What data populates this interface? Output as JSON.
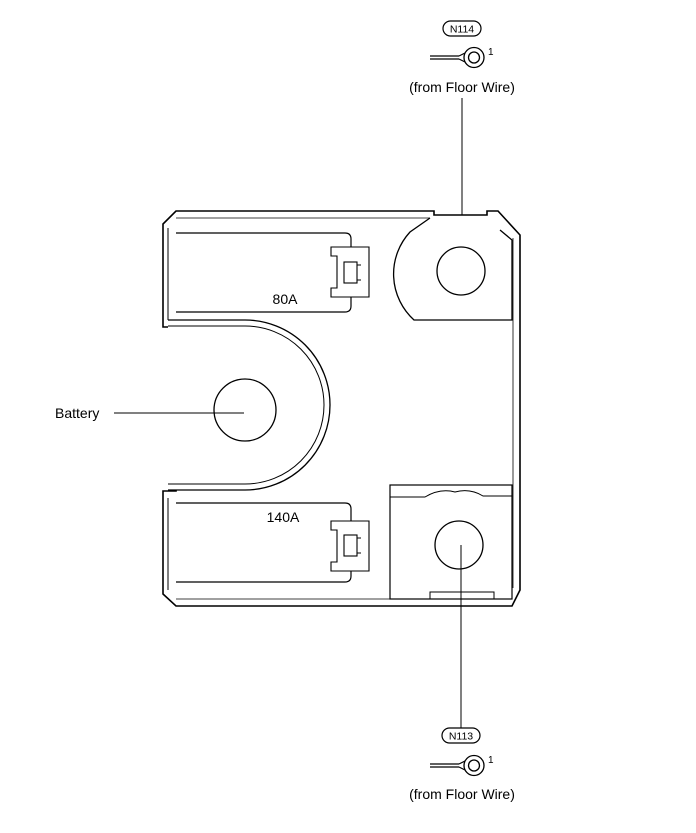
{
  "connectors": {
    "top": {
      "code": "N114",
      "pin": "1",
      "note": "(from Floor Wire)"
    },
    "bottom": {
      "code": "N113",
      "pin": "1",
      "note": "(from Floor Wire)"
    }
  },
  "fuses": {
    "upper": {
      "rating": "80A"
    },
    "lower": {
      "rating": "140A"
    }
  },
  "terminals": {
    "battery_label": "Battery"
  }
}
